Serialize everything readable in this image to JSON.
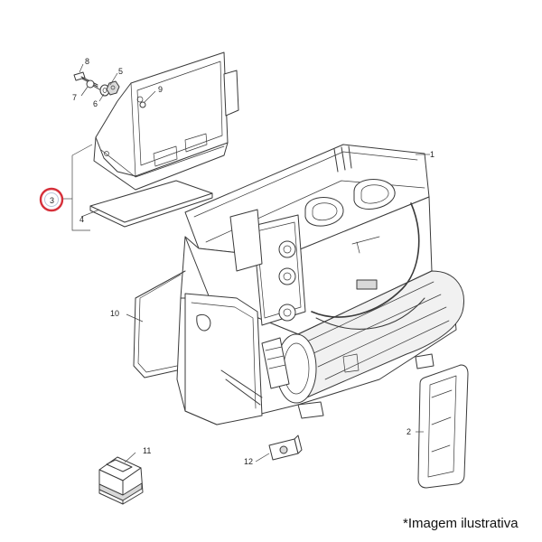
{
  "parts": [
    {
      "id": "1",
      "name": "heater-housing"
    },
    {
      "id": "2",
      "name": "gasket-frame"
    },
    {
      "id": "3",
      "name": "filter-housing-cover",
      "highlighted": true
    },
    {
      "id": "4",
      "name": "cabin-air-filter"
    },
    {
      "id": "5",
      "name": "nut"
    },
    {
      "id": "6",
      "name": "washer"
    },
    {
      "id": "7",
      "name": "screw"
    },
    {
      "id": "8",
      "name": "bolt"
    },
    {
      "id": "9",
      "name": "housing-screw"
    },
    {
      "id": "10",
      "name": "seal-strip"
    },
    {
      "id": "11",
      "name": "kit-box"
    },
    {
      "id": "12",
      "name": "connector"
    }
  ],
  "highlight_color": "#d6303a",
  "caption": "*Imagem ilustrativa"
}
